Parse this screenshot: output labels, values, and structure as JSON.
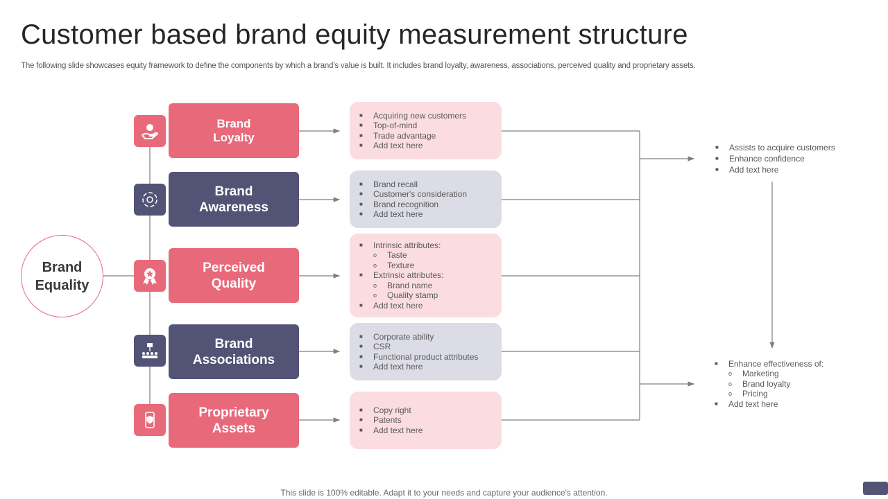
{
  "title": "Customer based brand equity measurement structure",
  "subtitle": "The following slide showcases equity framework to define the components by which a brand's value is built. It includes brand loyalty, awareness, associations, perceived quality and proprietary assets.",
  "center": {
    "label_line1": "Brand",
    "label_line2": "Equality"
  },
  "colors": {
    "accent": "#E8697A",
    "navy": "#525375",
    "light_pink": "#FBDDE1",
    "light_navy": "#DCDCE6"
  },
  "rows": [
    {
      "icon": "hand-money-icon",
      "line1": "Brand",
      "line2": "Loyalty",
      "items": [
        {
          "t": "Acquiring new customers"
        },
        {
          "t": "Top-of-mind"
        },
        {
          "t": "Trade advantage"
        },
        {
          "t": "Add text here"
        }
      ]
    },
    {
      "icon": "cycle-gear-icon",
      "line1": "Brand",
      "line2": "Awareness",
      "items": [
        {
          "t": "Brand recall"
        },
        {
          "t": "Customer's consideration"
        },
        {
          "t": "Brand recognition"
        },
        {
          "t": "Add text here"
        }
      ]
    },
    {
      "icon": "award-ribbon-icon",
      "line1": "Perceived",
      "line2": "Quality",
      "items": [
        {
          "t": "Intrinsic attributes:"
        },
        {
          "t": "Taste",
          "sub": true
        },
        {
          "t": "Texture",
          "sub": true
        },
        {
          "t": "Extrinsic attributes:"
        },
        {
          "t": "Brand name",
          "sub": true
        },
        {
          "t": "Quality stamp",
          "sub": true
        },
        {
          "t": "Add text here"
        }
      ]
    },
    {
      "icon": "network-people-icon",
      "line1": "Brand",
      "line2": "Associations",
      "items": [
        {
          "t": "Corporate ability"
        },
        {
          "t": "CSR"
        },
        {
          "t": "Functional product attributes"
        },
        {
          "t": "Add text here"
        }
      ]
    },
    {
      "icon": "phone-shield-icon",
      "line1": "Proprietary",
      "line2": "Assets",
      "items": [
        {
          "t": "Copy right"
        },
        {
          "t": "Patents"
        },
        {
          "t": "Add text here"
        }
      ]
    }
  ],
  "outcome_top": [
    "Assists to acquire customers",
    "Enhance confidence",
    "Add text here"
  ],
  "outcome_bottom": {
    "head": "Enhance effectiveness of:",
    "subs": [
      "Marketing",
      "Brand loyalty",
      "Pricing"
    ],
    "tail": "Add text here"
  },
  "footer": "This slide is 100% editable. Adapt it to your needs and capture your audience's attention."
}
